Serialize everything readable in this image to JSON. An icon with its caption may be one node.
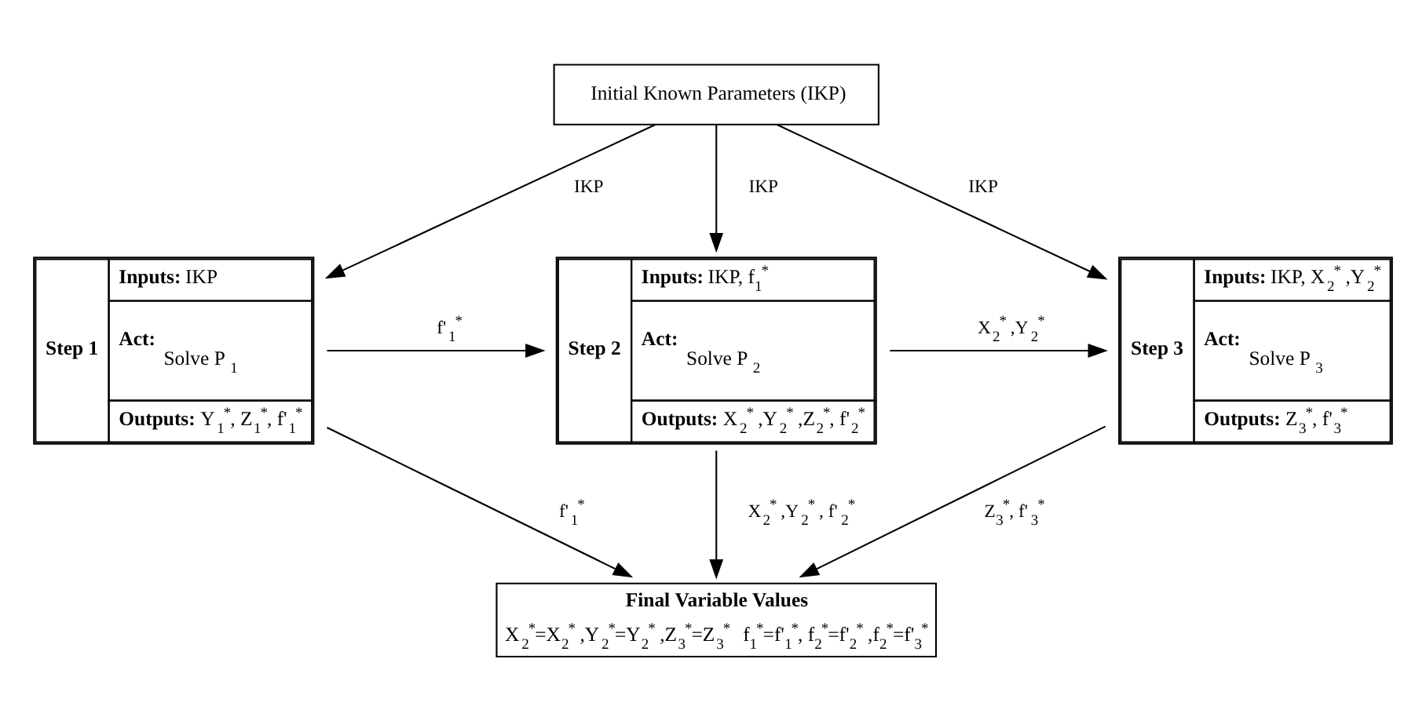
{
  "diagram": {
    "nodes": [
      {
        "text": [
          "Initial Known Parameters (IKP)"
        ]
      },
      {
        "text": [
          "Step 1",
          "**Inputs:** IKP",
          "**Act:**",
          "Solve P$_{1}$",
          "**Outputs:** Y$_{1}$$^{*}$, Z$_{1}$$^{*}$, f'$_{1}$$^{*}$"
        ]
      },
      {
        "text": [
          "Step 2",
          "**Inputs:** IKP, f$_{1}$$^{*}$",
          "**Act:**",
          "Solve P$_{2}$",
          "**Outputs:** X$_{2}$$^{*}$ ,Y$_{2}$$^{*}$ ,Z$_{2}$$^{*}$, f'$_{2}$$^{*}$"
        ]
      },
      {
        "text": [
          "Step 3",
          "**Inputs:** IKP, X$_{2}$$^{*}$ ,Y$_{2}$$^{*}$",
          "**Act:**",
          "Solve P$_{3}$",
          "**Outputs:** Z$_{3}$$^{*}$, f'$_{3}$$^{*}$"
        ]
      },
      {
        "text": [
          "Final Variable Values",
          "X$_{2}$$^{*}$=X$_{2}$$^{*}$ ,Y$_{2}$$^{*}$=Y$_{2}$$^{*}$ ,Z$_{3}$$^{*}$=Z$_{3}$$^{*}$",
          "f$_{1}$$^{*}$=f'$_{1}$$^{*}$, f$_{2}$$^{*}$=f'$_{2}$$^{*}$ ,f$_{2}$$^{*}$=f'$_{3}$$^{*}$"
        ]
      }
    ],
    "edges": [
      {
        "from": 0,
        "to": 1,
        "arrow": "to",
        "label": "IKP"
      },
      {
        "from": 0,
        "to": 2,
        "arrow": "to",
        "label": "IKP"
      },
      {
        "from": 0,
        "to": 3,
        "arrow": "to",
        "label": "IKP"
      },
      {
        "from": 1,
        "to": 2,
        "arrow": "to",
        "label": "f'$_{1}$$^{*}$"
      },
      {
        "from": 2,
        "to": 3,
        "arrow": "to",
        "label": "X$_{2}$$^{*}$ ,Y$_{2}$$^{*}$"
      },
      {
        "from": 1,
        "to": 4,
        "arrow": "to",
        "label": "f'$_{1}$$^{*}$"
      },
      {
        "from": 2,
        "to": 4,
        "arrow": "to",
        "label": "X$_{2}$$^{*}$ ,Y$_{2}$$^{*}$ , f'$_{2}$$^{*}$"
      },
      {
        "from": 3,
        "to": 4,
        "arrow": "to",
        "label": "Z$_{3}$$^{*}$, f'$_{3}$$^{*}$"
      }
    ]
  }
}
